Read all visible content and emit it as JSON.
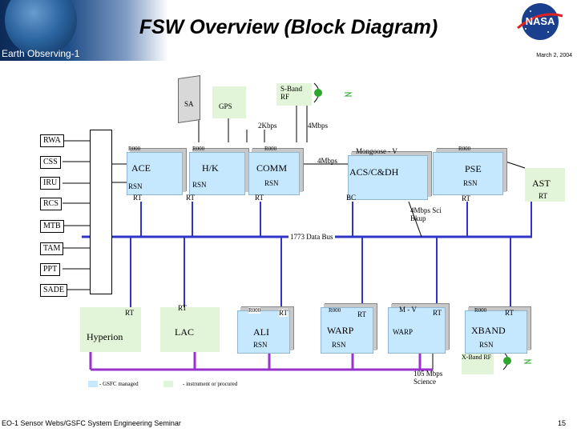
{
  "header": {
    "title": "FSW Overview (Block Diagram)",
    "subtitle": "Earth Observing-1",
    "date": "March 2, 2004",
    "logo": "NASA"
  },
  "footer": {
    "seminar": "EO-1 Sensor Webs/GSFC System Engineering Seminar",
    "page": "15"
  },
  "sensors": [
    "RWA",
    "CSS",
    "IRU",
    "RCS",
    "MTB",
    "TAM",
    "PPT",
    "SADE"
  ],
  "top": {
    "sa": "SA",
    "gps": "GPS",
    "sband": "S-Band RF",
    "rate_2k": "2Kbps",
    "rate_4m": "4Mbps",
    "rate_4m_comm": "4Mbps"
  },
  "blocks": {
    "ace": {
      "r000": "R000",
      "name": "ACE",
      "rsn": "RSN",
      "rt": "RT"
    },
    "hk": {
      "r000": "R000",
      "name": "H/K",
      "rsn": "RSN",
      "rt": "RT"
    },
    "comm": {
      "r000": "R000",
      "name": "COMM",
      "rsn": "RSN",
      "rt": "RT"
    },
    "acs": {
      "mongoose": "Mongoose - V",
      "name": "ACS/C&DH",
      "bc": "BC"
    },
    "pse": {
      "r000": "R000",
      "name": "PSE",
      "rsn": "RSN",
      "rt": "RT"
    },
    "ast": {
      "name": "AST",
      "rt": "RT"
    },
    "sci_bkup": "4Mbps Sci Bkup",
    "bus": "1773 Data Bus"
  },
  "instruments": {
    "hyperion": {
      "rt": "RT",
      "name": "Hyperion"
    },
    "lac": {
      "rt": "RT",
      "name": "LAC"
    },
    "ali": {
      "r000": "R000",
      "rt": "RT",
      "name": "ALI",
      "rsn": "RSN"
    },
    "warp1": {
      "r000": "R000",
      "rt": "RT",
      "name": "WARP",
      "rsn": "RSN"
    },
    "warp2": {
      "mv": "M - V",
      "rt": "RT",
      "name": "WARP"
    },
    "xband": {
      "r000": "R000",
      "rt": "RT",
      "name": "XBAND",
      "rsn": "RSN"
    },
    "science_rate": "105 Mbps Science",
    "xband_rf": "X-Band RF"
  },
  "legend": {
    "gsfc": "- GSFC managed",
    "procured": "- instrument or procured"
  },
  "colors": {
    "bus": "#3333cc",
    "science": "#9933cc",
    "block": "#c6e8ff",
    "procured": "#e3f5d8"
  }
}
